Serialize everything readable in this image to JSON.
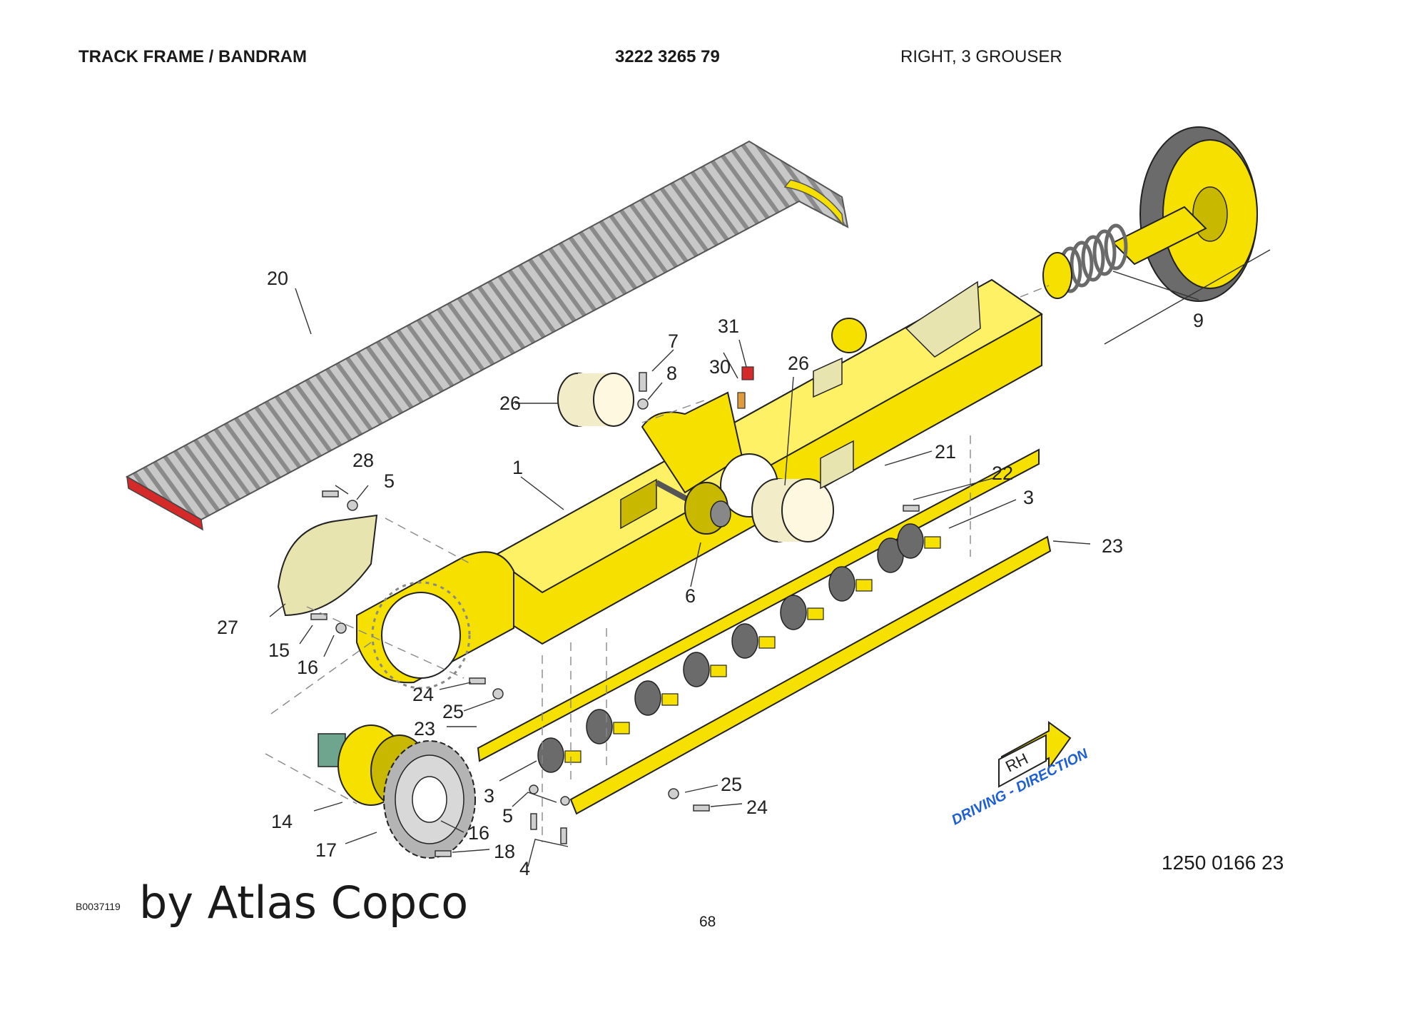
{
  "header": {
    "title": "TRACK FRAME / BANDRAM",
    "part_number": "3222 3265 79",
    "variant": "RIGHT, 3 GROUSER"
  },
  "diagram": {
    "callouts": [
      "1",
      "3",
      "3",
      "4",
      "5",
      "5",
      "6",
      "7",
      "8",
      "9",
      "14",
      "15",
      "16",
      "16",
      "17",
      "18",
      "20",
      "21",
      "22",
      "23",
      "23",
      "24",
      "24",
      "25",
      "25",
      "26",
      "26",
      "27",
      "28",
      "30",
      "31"
    ],
    "direction_badge": "RH",
    "direction_label": "DRIVING - DIRECTION"
  },
  "colors": {
    "frame_yellow": "#f5e000",
    "shadow_yellow": "#c9b800",
    "track_gray": "#b4b4b4",
    "pad_red": "#d42a2a",
    "roller_gray": "#6b6b6b",
    "cream": "#f3ecc8",
    "plate_green": "#e8e4b0",
    "direction_blue": "#1e5fd6"
  },
  "drawing_number": "1250 0166 23",
  "document_id": "B0037119",
  "byline": "by Atlas Copco",
  "page_number": "68"
}
